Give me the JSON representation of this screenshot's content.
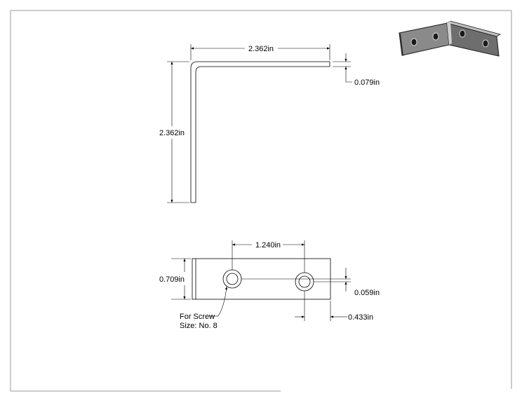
{
  "dimensions": {
    "top_width": "2.362in",
    "side_height": "2.362in",
    "thickness": "0.079in",
    "hole_spacing": "1.240in",
    "plate_height": "0.709in",
    "hole_offset": "0.059in",
    "edge_offset": "0.433in"
  },
  "note": {
    "line1": "For Screw",
    "line2": "Size: No. 8"
  },
  "colors": {
    "line": "#000000",
    "frame": "#9a9a9a",
    "render_dark": "#2b2b2b",
    "render_light": "#bdbdbd"
  }
}
